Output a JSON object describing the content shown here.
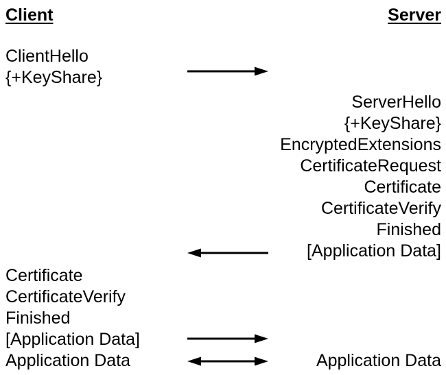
{
  "colors": {
    "background": "#ffffff",
    "text": "#000000",
    "arrow": "#000000"
  },
  "headers": {
    "client": "Client",
    "server": "Server"
  },
  "messages": {
    "client_flight_1": [
      "ClientHello",
      "{+KeyShare}"
    ],
    "server_flight": [
      "ServerHello",
      "{+KeyShare}",
      "EncryptedExtensions",
      "CertificateRequest",
      "Certificate",
      "CertificateVerify",
      "Finished",
      "[Application Data]"
    ],
    "client_flight_2": [
      "Certificate",
      "CertificateVerify",
      "Finished",
      "[Application Data]",
      "Application Data"
    ],
    "server_application_data": "Application Data"
  },
  "arrows": [
    {
      "id": "client-hello-arrow",
      "direction": "right"
    },
    {
      "id": "server-flight-arrow",
      "direction": "left"
    },
    {
      "id": "client-flight-2-arrow",
      "direction": "right"
    },
    {
      "id": "application-data-arrow",
      "direction": "both"
    }
  ]
}
